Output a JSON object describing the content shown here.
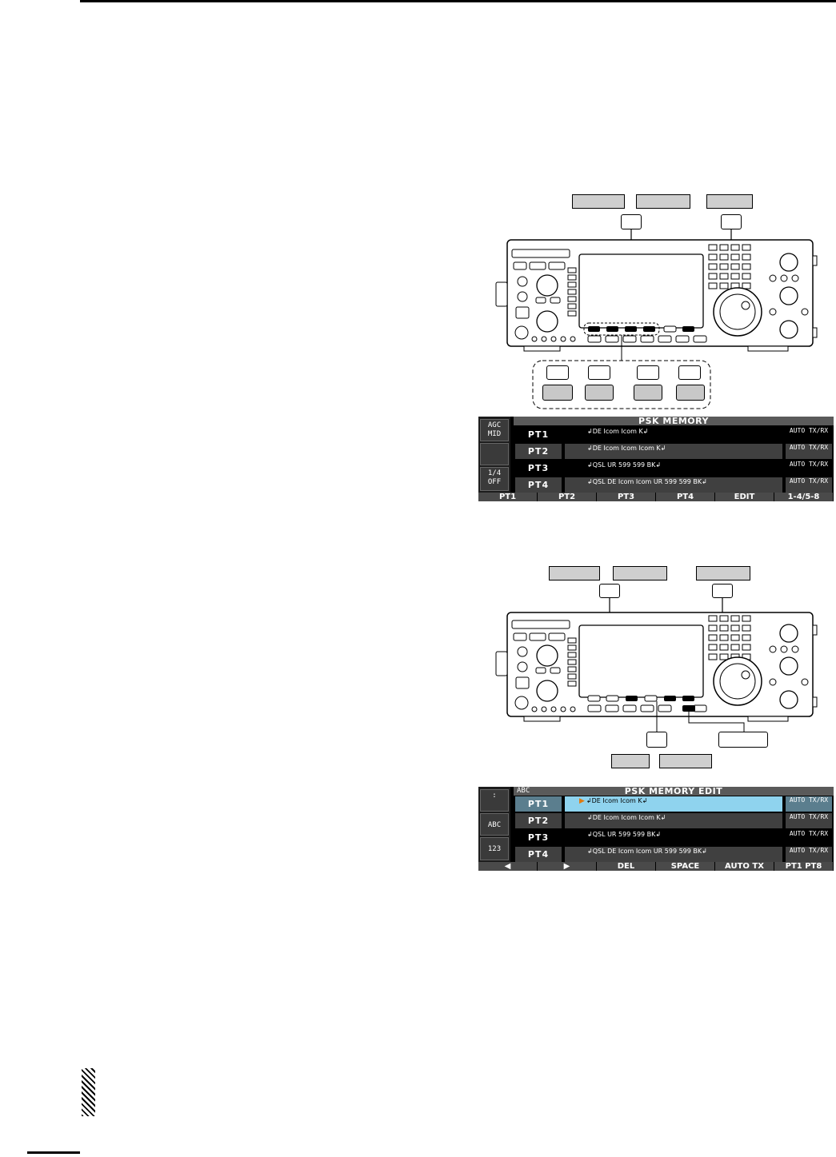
{
  "screen1": {
    "side_buttons": [
      "AGC\nMID",
      "",
      "1/4\nOFF"
    ],
    "title": "PSK MEMORY",
    "rows": [
      {
        "pt": "PT1",
        "text": "↲DE Icom Icom K↲",
        "mode": "AUTO TX/RX"
      },
      {
        "pt": "PT2",
        "text": "↲DE Icom Icom Icom K↲",
        "mode": "AUTO TX/RX"
      },
      {
        "pt": "PT3",
        "text": "↲QSL UR 599 599 BK↲",
        "mode": "AUTO TX/RX"
      },
      {
        "pt": "PT4",
        "text": "↲QSL DE Icom Icom UR 599 599 BK↲",
        "mode": "AUTO TX/RX"
      }
    ],
    "footer": [
      "PT1",
      "PT2",
      "PT3",
      "PT4",
      "EDIT",
      "1-4/5-8"
    ]
  },
  "screen2": {
    "side_buttons": [
      ":",
      "ABC",
      "123"
    ],
    "mode_indicator": "ABC",
    "title": "PSK MEMORY EDIT",
    "rows": [
      {
        "pt": "PT1",
        "text": "↲DE Icom Icom K↲",
        "mode": "AUTO TX/RX"
      },
      {
        "pt": "PT2",
        "text": "↲DE Icom Icom Icom K↲",
        "mode": "AUTO TX/RX"
      },
      {
        "pt": "PT3",
        "text": "↲QSL UR 599 599 BK↲",
        "mode": "AUTO TX/RX"
      },
      {
        "pt": "PT4",
        "text": "↲QSL DE Icom Icom UR 599 599 BK↲",
        "mode": "AUTO TX/RX"
      }
    ],
    "footer": [
      "◀",
      "▶",
      "DEL",
      "SPACE",
      "AUTO TX",
      "PT1  PT8"
    ]
  },
  "colors": {
    "label_fill": "#cfcfcf",
    "lcd_bg": "#000000",
    "highlight_row": "#8fd3ee",
    "cursor": "#e07a10"
  }
}
